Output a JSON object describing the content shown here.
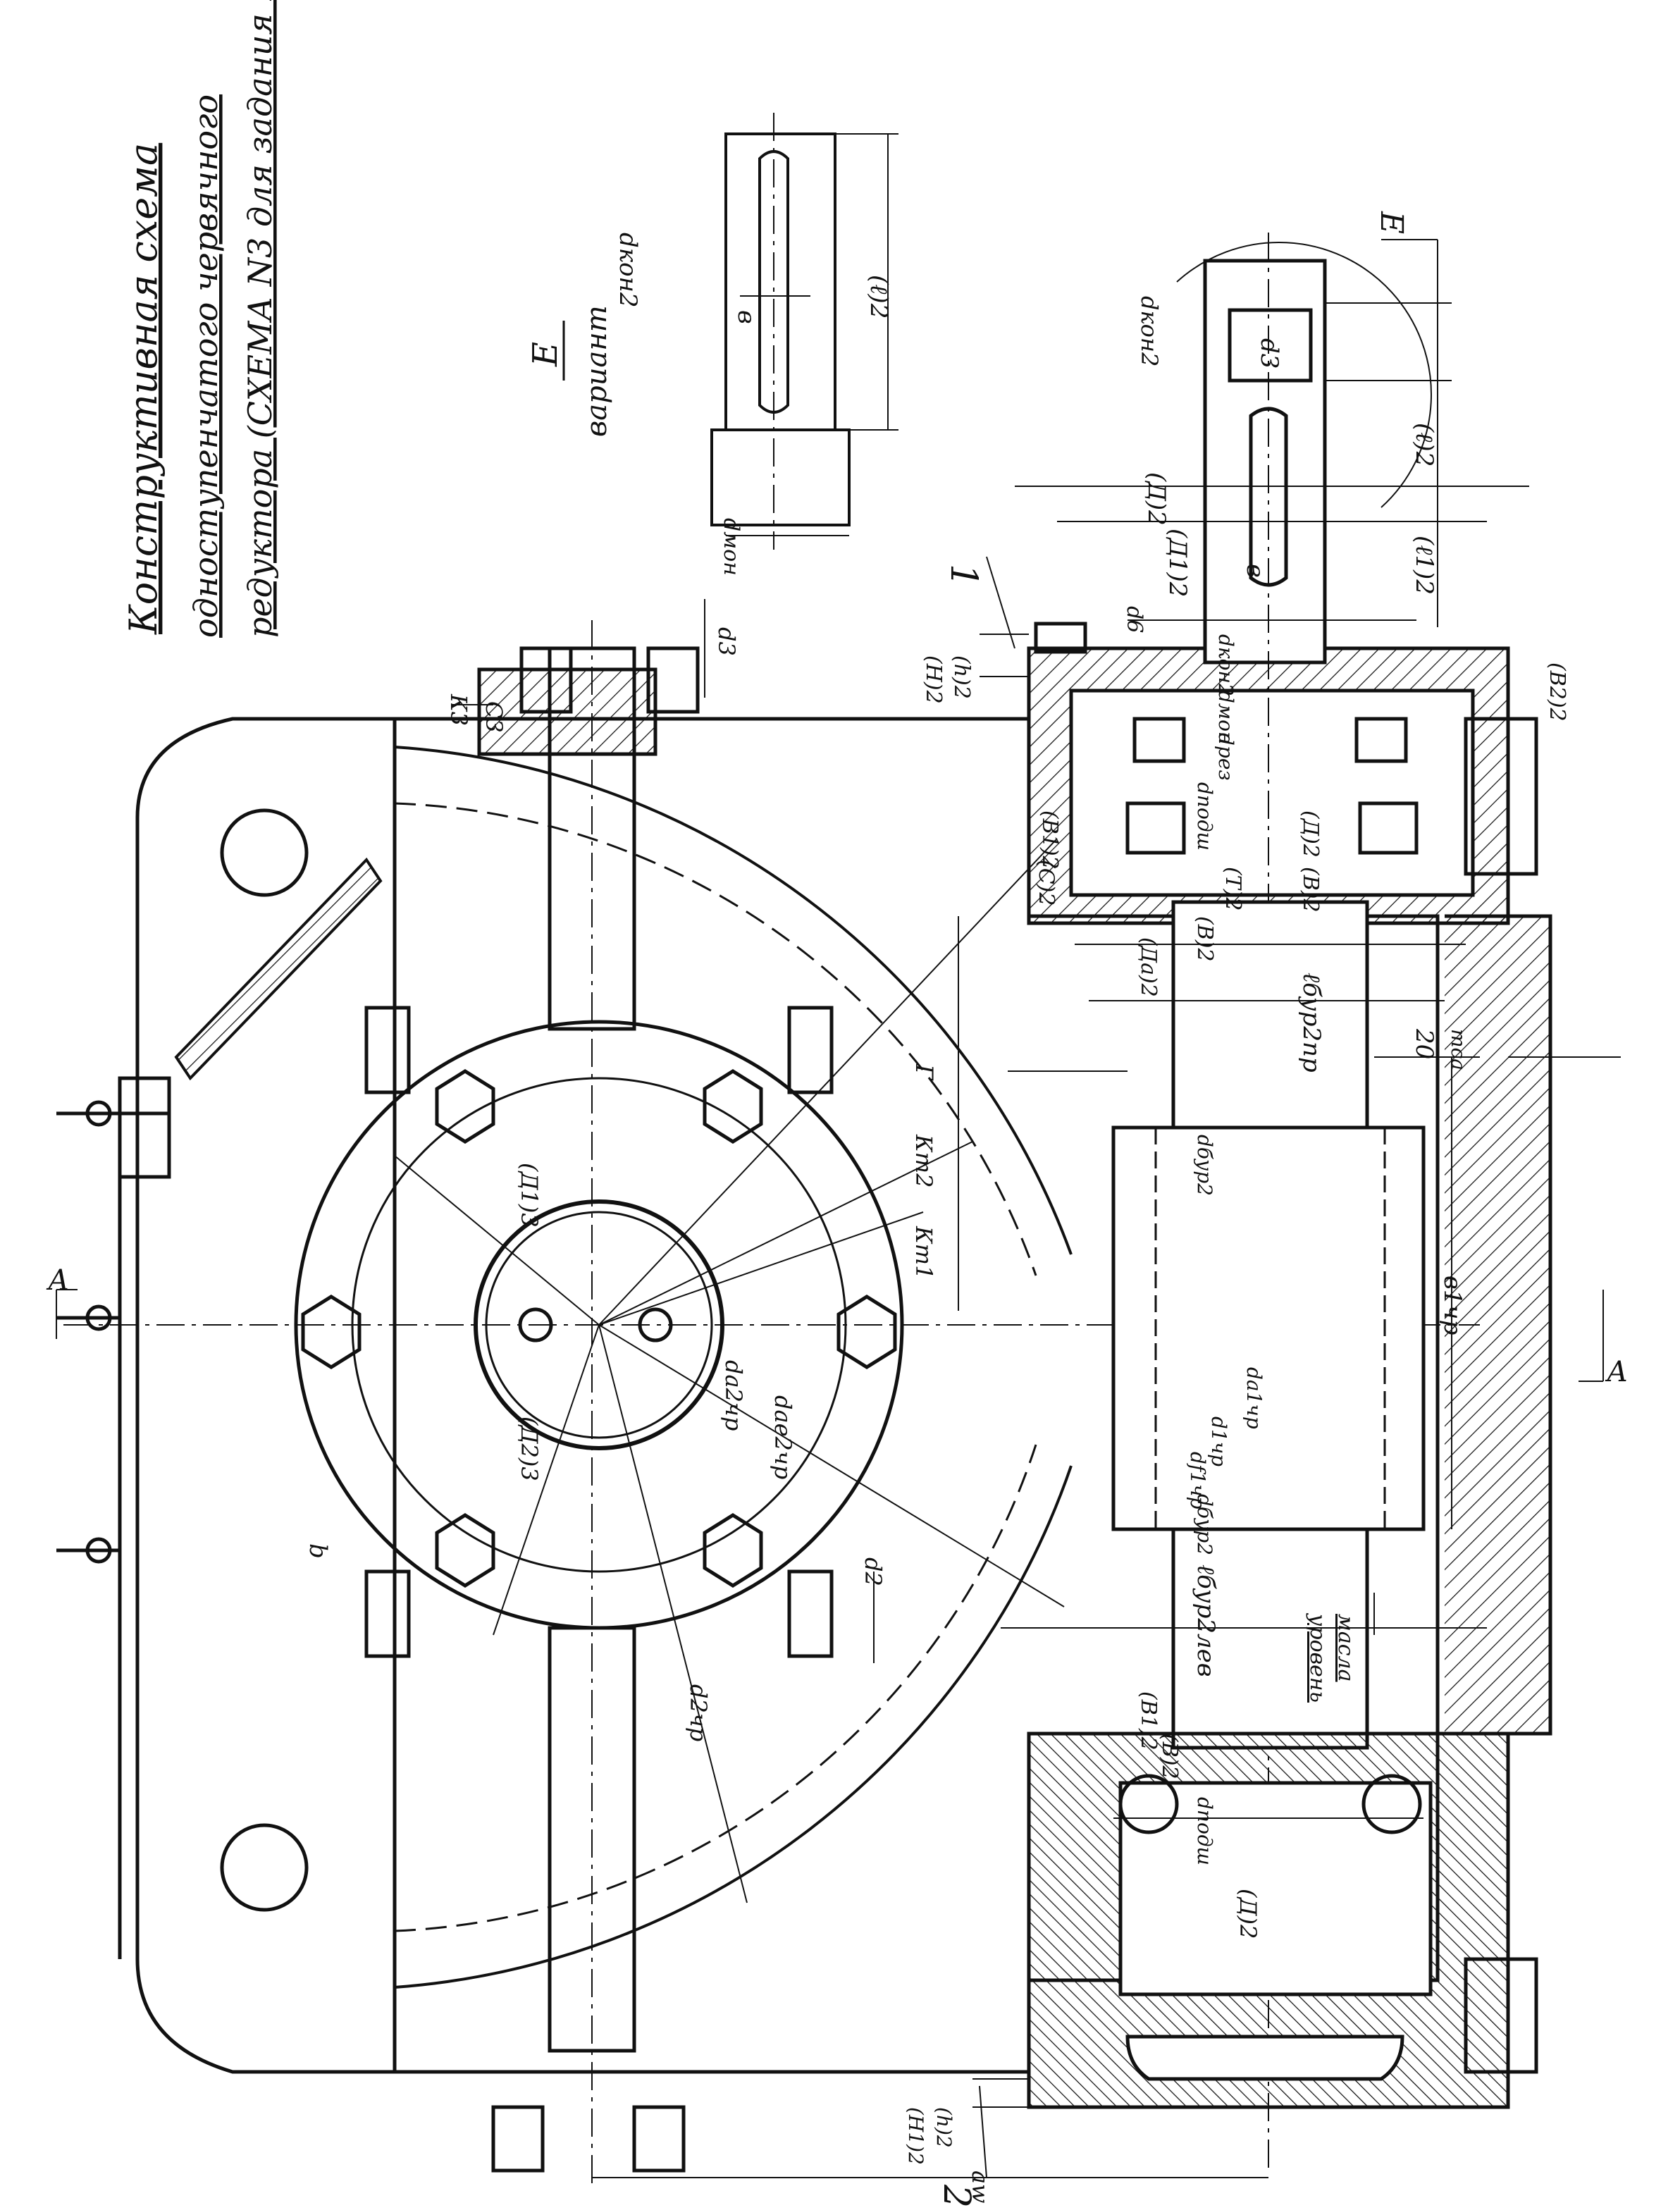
{
  "title": {
    "line1": "Конструктивная схема",
    "line2": "одноступенчатого червячного",
    "line3": "редуктора (СХЕМА N3 для задания 1.8)"
  },
  "variant": {
    "letter": "Е",
    "caption": "вариант"
  },
  "section": {
    "letter_left": "А",
    "letter_right": "А",
    "arc_view": "Е"
  },
  "callouts": {
    "one": "1",
    "two": "2"
  },
  "labels": {
    "d_kon2_top": "dкон2",
    "b_top": "в",
    "l2_top": "(ℓ)2",
    "d_mon_top": "dмон",
    "d_kon2_shaft": "dкон2",
    "d3_shaft": "d3",
    "l2_shaft1": "(ℓ)2",
    "l2_shaft2": "(ℓ1)2",
    "D2_outer": "(Д)2",
    "D1_2": "(Д1)2",
    "b_shaft": "в",
    "d6": "d6",
    "d_kon2_b": "dкон2",
    "d_mon2": "dмон",
    "d_rez": "dрез",
    "d_podsh": "dподш",
    "D2_bear": "(Д)2",
    "B2": "(В)2",
    "T2": "(Т)2",
    "C2": "(С)2",
    "B1_2": "(В1)2",
    "Da_2": "(Дa)2",
    "l_bur_pr": "ℓбур2пр",
    "H2": "(Н)2",
    "h2": "(h)2",
    "B2_2": "(В2)2",
    "K3": "К3",
    "C3": "С3",
    "d3_bolt": "d3",
    "Dm3": "(Д1)3",
    "D23": "(Д2)3",
    "d_a2": "dа2чр",
    "d_ae2": "dае2чр",
    "d_2": "d2чр",
    "b_lab": "b",
    "d2_bolt": "d2",
    "Kt1": "Кт1",
    "Kt2": "Кт2",
    "G": "Г",
    "d_bur2_top": "dбур2",
    "B1ch": "в1чр",
    "d_a1": "dа1чр",
    "d_1": "d1чр",
    "d_f1": "df1чр",
    "d_bur2_bot": "dбур2",
    "l_bur2_lev": "ℓбур2лев",
    "oil1": "уровень",
    "oil2": "масла",
    "B1_2b": "(В1)2",
    "B_2b": "(В)2",
    "d_podsh_b": "dподш",
    "D2_bot": "(Д)2",
    "H2_b": "(Н1)2",
    "h2_b": "(h)2",
    "a_w": "aw чр",
    "twenty": "20",
    "tsa": "тса"
  }
}
